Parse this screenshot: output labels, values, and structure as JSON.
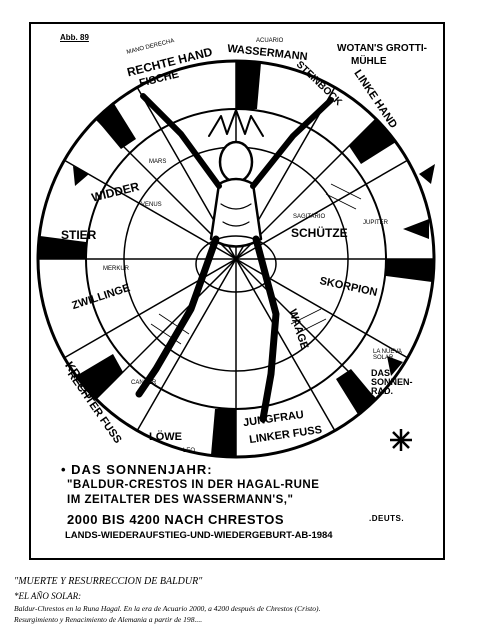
{
  "plate_number": "Abb. 89",
  "wheel_labels": {
    "rechte_hand": "RECHTE HAND",
    "wassermann": "WASSERMANN",
    "wotans_grotti": "WOTAN'S GROTTI-",
    "muhle": "MÜHLE",
    "fische": "FISCHE",
    "steinbock": "STEINBOCK",
    "linke_hand": "LINKE HAND",
    "widder": "WIDDER",
    "stier": "STIER",
    "schutze": "SCHÜTZE",
    "zwillinge": "ZWILLINGE",
    "skorpion": "SKORPION",
    "waage": "WAAGE",
    "krebs": "KREBS",
    "rechter_fuss": "RECHTER FUSS",
    "lowe": "LÖWE",
    "jungfrau": "JUNGFRAU",
    "linker_fuss": "LINKER FUSS",
    "das_sonnenrad": "DAS SONNEN-RAD.",
    "mano_derecha": "MANO DERECHA",
    "acuario": "ACUARIO",
    "mars": "MARS",
    "venus": "VENUS",
    "sagitario": "SAGITARIO",
    "jupiter": "JUPITER",
    "merkur": "MERKUR",
    "la_nueva_solar": "LA NUEVA SOLAR",
    "cancer": "CANCER",
    "leo": "LEO"
  },
  "bottom_text": {
    "title": "• DAS SONNENJAHR:",
    "line1": "\"BALDUR-CRESTOS IN DER HAGAL-RUNE",
    "line2": "IM ZEITALTER DES WASSERMANN'S,\"",
    "line3": "2000 BIS 4200 NACH CHRESTOS",
    "line3_tag": ".DEUTS.",
    "line4": "LANDS-WIEDERAUFSTIEG-UND-WIEDERGEBURT-AB-1984"
  },
  "caption": {
    "title": "\"MUERTE Y RESURRECCION DE BALDUR\"",
    "subtitle": "*EL AÑO SOLAR:",
    "line1": "Baldur-Chrestos en la Runa Hagal. En la era de Acuario 2000, a 4200 después de Chrestos (Cristo).",
    "line2": "Resurgimiento y Renacimiento de Alemania a partir de 198...."
  }
}
